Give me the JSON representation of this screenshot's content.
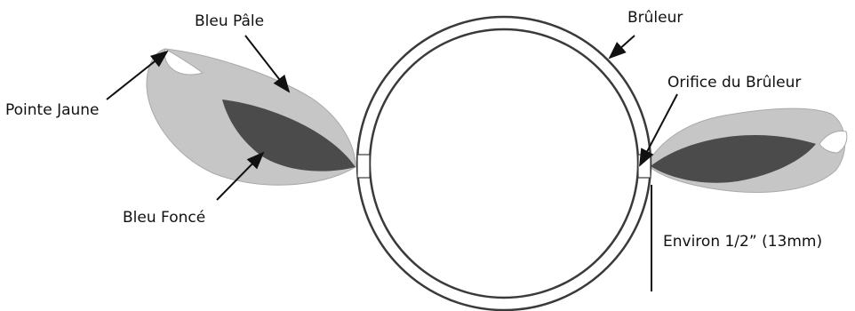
{
  "labels": {
    "pale_blue": "Bleu Pâle",
    "yellow_tip": "Pointe Jaune",
    "dark_blue": "Bleu Foncé",
    "burner": "Brûleur",
    "burner_port": "Orifice du Brûleur",
    "distance": "Environ 1/2” (13mm)"
  },
  "colors": {
    "outer_flame": "#c6c6c6",
    "inner_flame": "#4b4b4b",
    "outline": "#3a3a3a",
    "tip": "#ffffff"
  }
}
